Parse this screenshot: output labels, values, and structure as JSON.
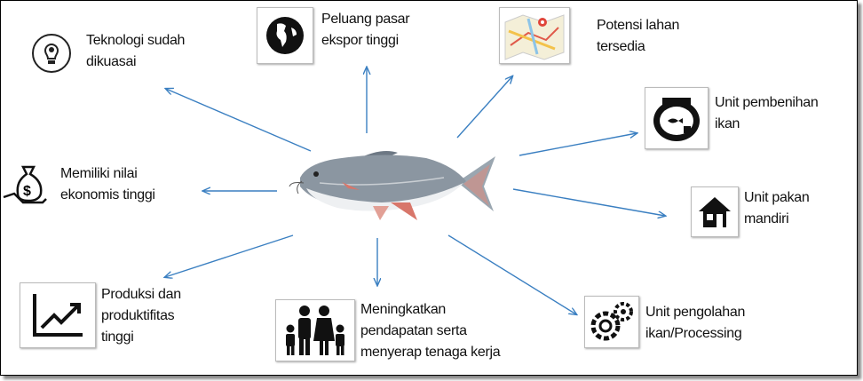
{
  "diagram": {
    "center": "fish",
    "colors": {
      "arrow": "#3a7fc1",
      "text": "#111111"
    },
    "nodes": [
      {
        "id": "teknologi",
        "lines": [
          "Teknologi sudah",
          "dikuasai"
        ],
        "icon": "lightbulb-gear-icon"
      },
      {
        "id": "peluang",
        "lines": [
          "Peluang pasar",
          "ekspor tinggi"
        ],
        "icon": "globe-icon"
      },
      {
        "id": "potensi",
        "lines": [
          "Potensi lahan",
          "tersedia"
        ],
        "icon": "map-pin-icon"
      },
      {
        "id": "pembenihan",
        "lines": [
          "Unit pembenihan",
          "ikan"
        ],
        "icon": "fish-bowl-icon"
      },
      {
        "id": "ekonomis",
        "lines": [
          "Memiliki nilai",
          "ekonomis tinggi"
        ],
        "icon": "money-bag-hand-icon"
      },
      {
        "id": "pakan",
        "lines": [
          "Unit pakan",
          "mandiri"
        ],
        "icon": "house-icon"
      },
      {
        "id": "produksi",
        "lines": [
          "Produksi dan",
          "produktifitas",
          "tinggi"
        ],
        "icon": "growth-chart-icon"
      },
      {
        "id": "pendapatan",
        "lines": [
          "Meningkatkan",
          "pendapatan serta",
          "menyerap tenaga kerja"
        ],
        "icon": "family-icon"
      },
      {
        "id": "pengolahan",
        "lines": [
          "Unit pengolahan",
          "ikan/Processing"
        ],
        "icon": "gears-icon"
      }
    ]
  }
}
